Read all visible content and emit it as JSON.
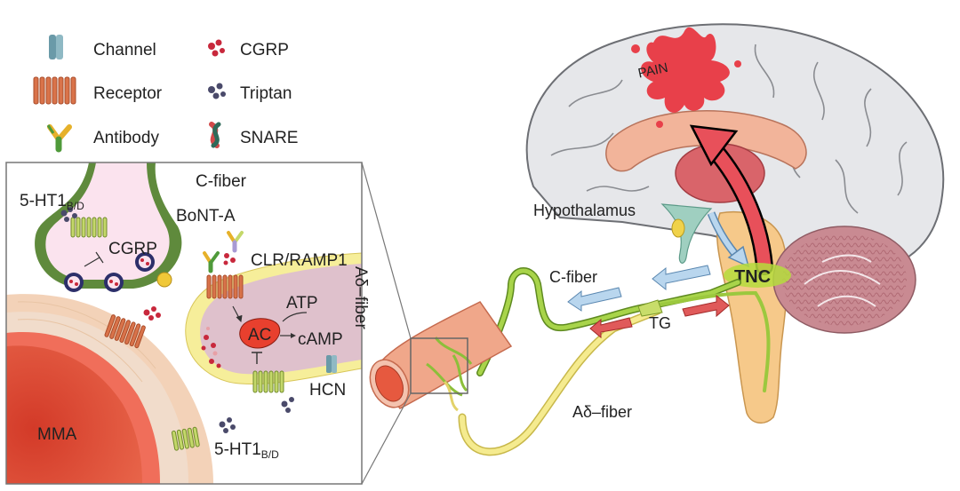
{
  "legend": {
    "channel": "Channel",
    "receptor": "Receptor",
    "antibody": "Antibody",
    "cgrp": "CGRP",
    "triptan": "Triptan",
    "snare": "SNARE"
  },
  "inset": {
    "c_fiber": "C-fiber",
    "ht1_top_main": "5-HT1",
    "ht1_top_sub": "B/D",
    "bont": "BoNT-A",
    "cgrp": "CGRP",
    "clr": "CLR/RAMP1",
    "atp": "ATP",
    "ac": "AC",
    "camp": "cAMP",
    "hcn": "HCN",
    "mma": "MMA",
    "ht1_bottom_main": "5-HT1",
    "ht1_bottom_sub": "B/D",
    "adelta_vertical": "Aδ–fiber"
  },
  "brain": {
    "pain": "PAIN",
    "hypothalamus": "Hypothalamus",
    "c_fiber": "C-fiber",
    "tnc": "TNC",
    "tg": "TG",
    "adelta": "Aδ–fiber"
  },
  "colors": {
    "cgrp_dot": "#c8283c",
    "triptan_dot": "#4a4a6a",
    "receptor": "#d9734a",
    "pain_red": "#e8404a",
    "fiber_green": "#8cc63f",
    "fiber_yellow": "#f2e27a",
    "brain_gray": "#e6e7ea",
    "cerebellum": "#c98a92"
  }
}
